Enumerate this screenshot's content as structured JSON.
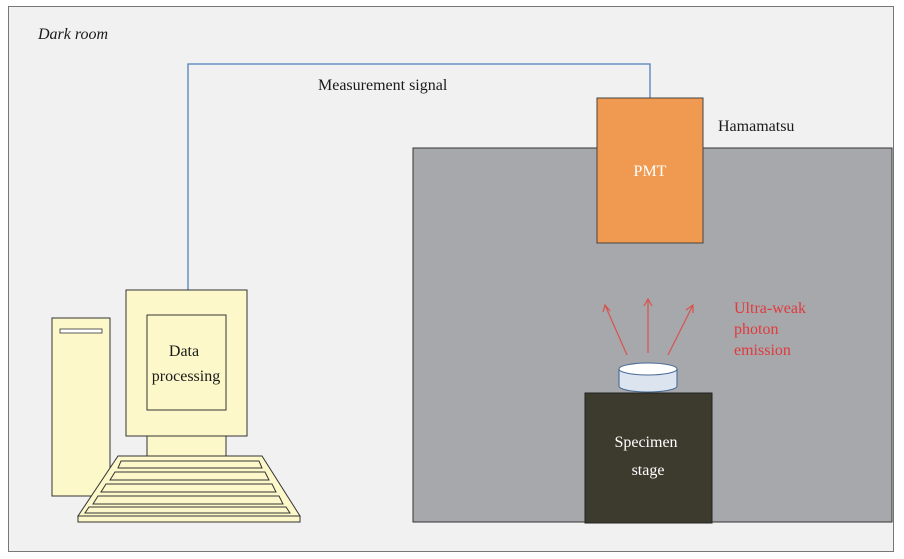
{
  "labels": {
    "dark_room": "Dark room",
    "signal": "Measurement signal",
    "hamamatsu": "Hamamatsu",
    "pmt": "PMT",
    "data_processing_line1": "Data",
    "data_processing_line2": "processing",
    "emission_line1": "Ultra-weak",
    "emission_line2": "photon",
    "emission_line3": "emission",
    "stage_line1": "Specimen",
    "stage_line2": "stage"
  },
  "colors": {
    "background": "#f1f1f1",
    "chamber": "#a7a8ab",
    "pmt": "#ef9a50",
    "stage": "#3d3a2e",
    "computer": "#fdf8c9",
    "signal_wire": "#4f81bd",
    "emission_text": "#e03a3e",
    "arrow": "#d9524f",
    "dish": "#dbe4ef"
  }
}
